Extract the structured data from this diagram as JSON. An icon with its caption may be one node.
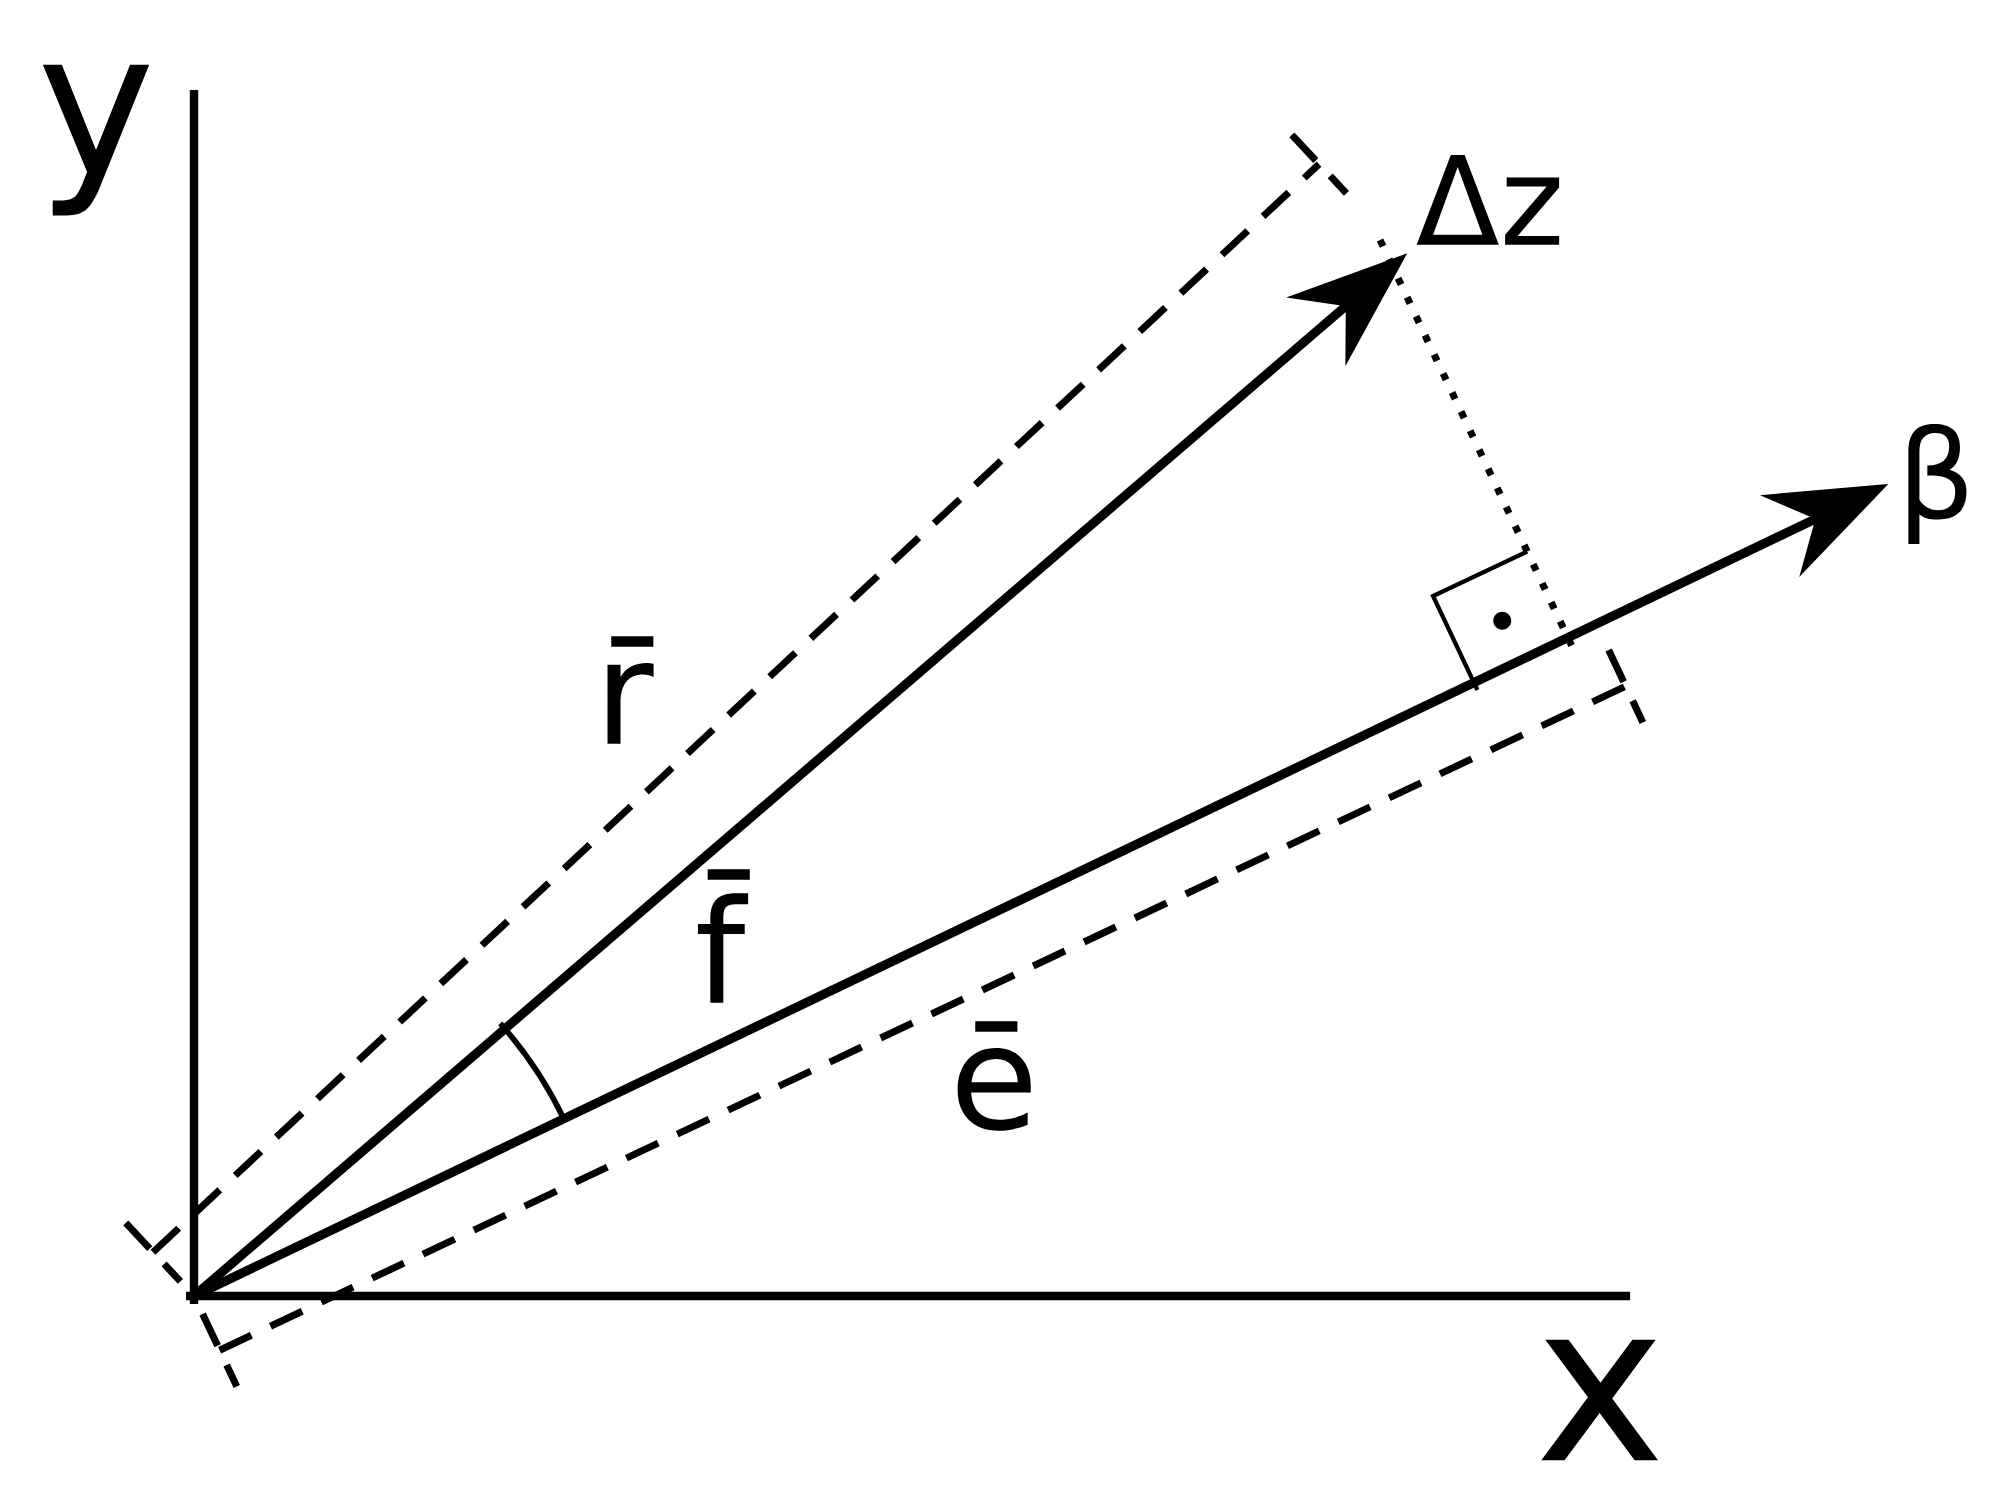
{
  "diagram": {
    "nodes": [
      {
        "text": [
          "Δz"
        ]
      },
      {
        "text": [
          "β"
        ]
      }
    ],
    "edges": [
      {
        "from": null,
        "to": 0,
        "arrow": "to"
      },
      {
        "from": null,
        "to": 1,
        "arrow": "to"
      }
    ],
    "labels": [
      "y",
      "x",
      "r̄",
      "f̄",
      "ē"
    ]
  }
}
